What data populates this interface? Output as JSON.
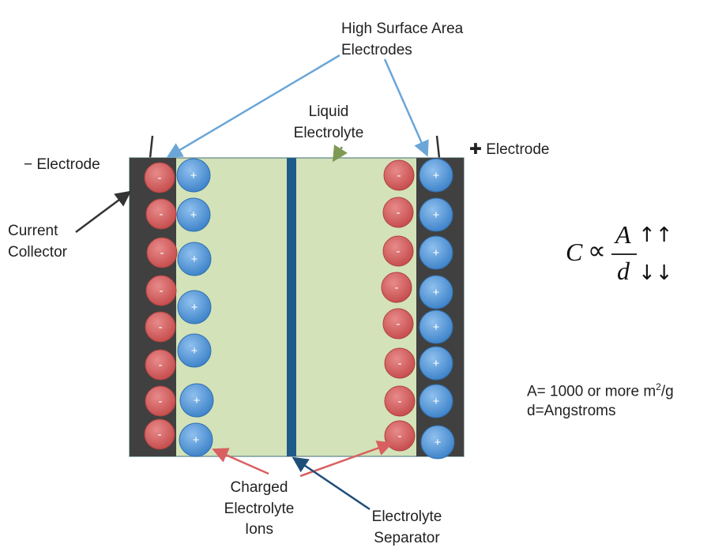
{
  "labels": {
    "high_surface": [
      "High Surface Area",
      "Electrodes"
    ],
    "liquid_electrolyte": [
      "Liquid",
      "Electrolyte"
    ],
    "neg_electrode": "− Electrode",
    "pos_electrode": "✚ Electrode",
    "current_collector": [
      "Current",
      "Collector"
    ],
    "charged_ions": [
      "Charged",
      "Electrolyte",
      "Ions"
    ],
    "separator": [
      "Electrolyte",
      "Separator"
    ],
    "area_note": "A= 1000 or more m",
    "area_sup": "2",
    "area_unit": "/g",
    "distance_note": "d=Angstroms"
  },
  "formula": {
    "c": "C",
    "prop": "∝",
    "num": "A",
    "den": "d",
    "up": "↑↑",
    "down": "↓↓"
  },
  "ions": {
    "neg_sign": "-",
    "pos_sign": "+"
  },
  "colors": {
    "electrolyte": "#d3e2b8",
    "collector": "#404040",
    "separator": "#1f5b8a",
    "neg_ion": "#d65a5a",
    "pos_ion": "#4f94d9",
    "arrow_blue": "#6aa6d8",
    "arrow_red": "#d86060",
    "arrow_green": "#7f9a55",
    "arrow_dark": "#333333",
    "arrow_navy": "#1f4e79"
  }
}
